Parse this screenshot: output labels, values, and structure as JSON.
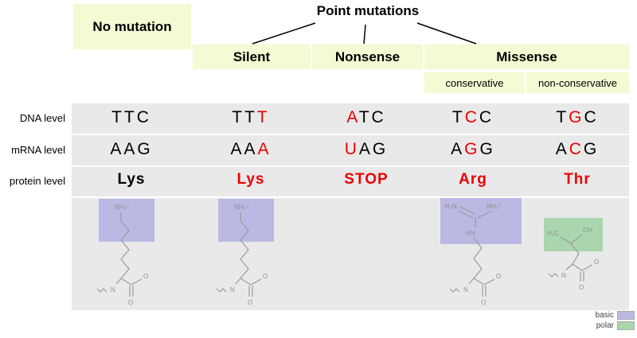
{
  "title": "Point mutations",
  "no_mutation": "No mutation",
  "types": [
    "Silent",
    "Nonsense",
    "Missense"
  ],
  "missense_subtypes": [
    "conservative",
    "non-conservative"
  ],
  "row_labels": [
    "DNA level",
    "mRNA level",
    "protein level"
  ],
  "columns": [
    {
      "name": "no-mutation",
      "dna": [
        {
          "text": "TTC",
          "color": "black"
        }
      ],
      "mrna": [
        {
          "text": "AAG",
          "color": "black"
        }
      ],
      "protein": [
        {
          "text": "Lys",
          "color": "black"
        }
      ],
      "amino_acid": "lysine",
      "class": "basic"
    },
    {
      "name": "silent",
      "dna": [
        {
          "text": "TT",
          "color": "black"
        },
        {
          "text": "T",
          "color": "red"
        }
      ],
      "mrna": [
        {
          "text": "AA",
          "color": "black"
        },
        {
          "text": "A",
          "color": "red"
        }
      ],
      "protein": [
        {
          "text": "Lys",
          "color": "red"
        }
      ],
      "amino_acid": "lysine",
      "class": "basic"
    },
    {
      "name": "nonsense",
      "dna": [
        {
          "text": "A",
          "color": "red"
        },
        {
          "text": "TC",
          "color": "black"
        }
      ],
      "mrna": [
        {
          "text": "U",
          "color": "red"
        },
        {
          "text": "AG",
          "color": "black"
        }
      ],
      "protein": [
        {
          "text": "STOP",
          "color": "red"
        }
      ],
      "amino_acid": null,
      "class": null
    },
    {
      "name": "missense-conservative",
      "dna": [
        {
          "text": "T",
          "color": "black"
        },
        {
          "text": "C",
          "color": "red"
        },
        {
          "text": "C",
          "color": "black"
        }
      ],
      "mrna": [
        {
          "text": "A",
          "color": "black"
        },
        {
          "text": "G",
          "color": "red"
        },
        {
          "text": "G",
          "color": "black"
        }
      ],
      "protein": [
        {
          "text": "Arg",
          "color": "red"
        }
      ],
      "amino_acid": "arginine",
      "class": "basic"
    },
    {
      "name": "missense-non-conservative",
      "dna": [
        {
          "text": "T",
          "color": "black"
        },
        {
          "text": "G",
          "color": "red"
        },
        {
          "text": "C",
          "color": "black"
        }
      ],
      "mrna": [
        {
          "text": "A",
          "color": "black"
        },
        {
          "text": "C",
          "color": "red"
        },
        {
          "text": "G",
          "color": "black"
        }
      ],
      "protein": [
        {
          "text": "Thr",
          "color": "red"
        }
      ],
      "amino_acid": "threonine",
      "class": "polar"
    }
  ],
  "structures": {
    "lysine": {
      "amine": "NH₃⁺",
      "n": "N",
      "o1": "O",
      "o2": "O"
    },
    "arginine": {
      "amine1": "H₂N",
      "amine2": "NH₂⁺",
      "nh": "HN",
      "n": "N",
      "o1": "O",
      "o2": "O"
    },
    "threonine": {
      "methyl": "H₃C",
      "hydroxyl": "OH",
      "n": "N",
      "o1": "O",
      "o2": "O"
    }
  },
  "legend": [
    {
      "label": "basic",
      "color": "#b9b9e3"
    },
    {
      "label": "polar",
      "color": "#a9d6ad"
    }
  ],
  "colors": {
    "header_bg": "#f3fbd4",
    "row_bg": "#e9e9e9",
    "mutation_red": "#ec0000"
  }
}
